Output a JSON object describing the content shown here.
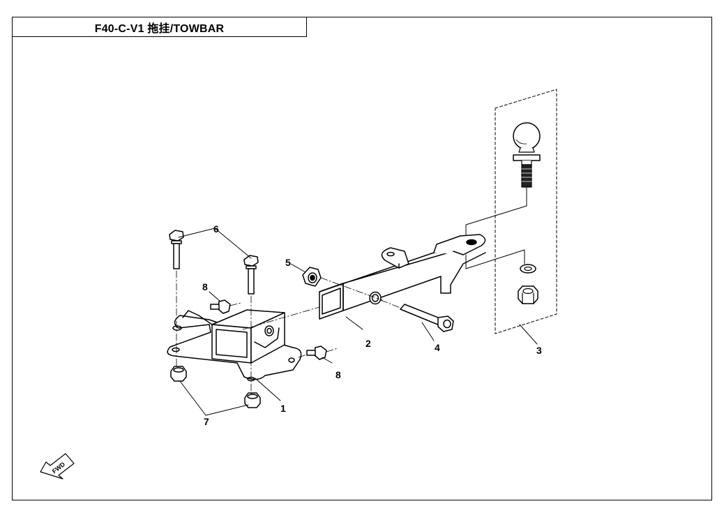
{
  "title": "F40-C-V1 拖挂/TOWBAR",
  "fwd_label": "FWD",
  "callouts": {
    "c1": "1",
    "c2": "2",
    "c3": "3",
    "c4": "4",
    "c5": "5",
    "c6": "6",
    "c7": "7",
    "c8a": "8",
    "c8b": "8"
  },
  "parts": [
    {
      "id": "1",
      "name": "hitch-mount-bracket"
    },
    {
      "id": "2",
      "name": "towbar-drawbar"
    },
    {
      "id": "3",
      "name": "tow-ball-kit"
    },
    {
      "id": "4",
      "name": "hitch-pin-bolt"
    },
    {
      "id": "5",
      "name": "flange-nut"
    },
    {
      "id": "6",
      "name": "flange-bolt-long"
    },
    {
      "id": "7",
      "name": "flange-nut-small"
    },
    {
      "id": "8",
      "name": "flange-bolt-short"
    }
  ]
}
